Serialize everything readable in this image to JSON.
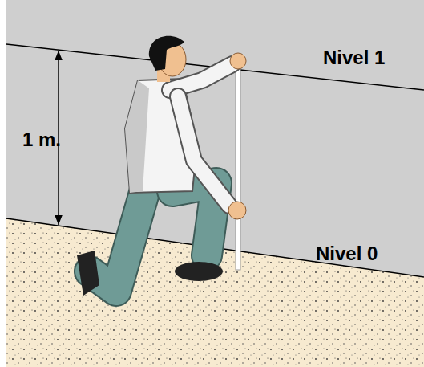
{
  "diagram": {
    "labels": [
      "1 m.",
      "Nivel 1",
      "Nivel 0"
    ]
  }
}
